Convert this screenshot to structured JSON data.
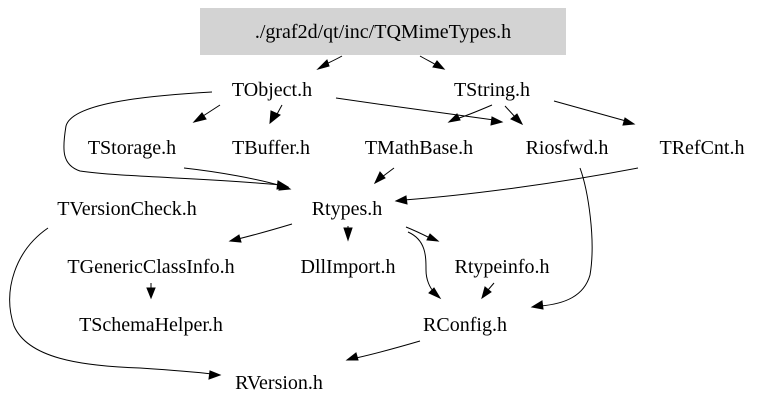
{
  "graph": {
    "root": "./graf2d/qt/inc/TQMimeTypes.h",
    "nodes": [
      {
        "id": "root",
        "label": "./graf2d/qt/inc/TQMimeTypes.h",
        "highlighted": true
      },
      {
        "id": "tobject",
        "label": "TObject.h"
      },
      {
        "id": "tstring",
        "label": "TString.h"
      },
      {
        "id": "tstorage",
        "label": "TStorage.h"
      },
      {
        "id": "tbuffer",
        "label": "TBuffer.h"
      },
      {
        "id": "tmathbase",
        "label": "TMathBase.h"
      },
      {
        "id": "riosfwd",
        "label": "Riosfwd.h"
      },
      {
        "id": "trefcnt",
        "label": "TRefCnt.h"
      },
      {
        "id": "tversioncheck",
        "label": "TVersionCheck.h"
      },
      {
        "id": "rtypes",
        "label": "Rtypes.h"
      },
      {
        "id": "tgenericclassinfo",
        "label": "TGenericClassInfo.h"
      },
      {
        "id": "dllimport",
        "label": "DllImport.h"
      },
      {
        "id": "rtypeinfo",
        "label": "Rtypeinfo.h"
      },
      {
        "id": "tschemahelper",
        "label": "TSchemaHelper.h"
      },
      {
        "id": "rconfig",
        "label": "RConfig.h"
      },
      {
        "id": "rversion",
        "label": "RVersion.h"
      }
    ],
    "edges": [
      {
        "from": "root",
        "to": "tobject"
      },
      {
        "from": "root",
        "to": "tstring"
      },
      {
        "from": "tobject",
        "to": "tstorage"
      },
      {
        "from": "tobject",
        "to": "tbuffer"
      },
      {
        "from": "tobject",
        "to": "riosfwd"
      },
      {
        "from": "tobject",
        "to": "rtypes"
      },
      {
        "from": "tstring",
        "to": "tmathbase"
      },
      {
        "from": "tstring",
        "to": "riosfwd"
      },
      {
        "from": "tstring",
        "to": "trefcnt"
      },
      {
        "from": "tstorage",
        "to": "rtypes"
      },
      {
        "from": "tmathbase",
        "to": "rtypes"
      },
      {
        "from": "trefcnt",
        "to": "rtypes"
      },
      {
        "from": "riosfwd",
        "to": "rconfig"
      },
      {
        "from": "rtypes",
        "to": "tgenericclassinfo"
      },
      {
        "from": "rtypes",
        "to": "dllimport"
      },
      {
        "from": "rtypes",
        "to": "rtypeinfo"
      },
      {
        "from": "rtypes",
        "to": "rconfig"
      },
      {
        "from": "tgenericclassinfo",
        "to": "tschemahelper"
      },
      {
        "from": "rtypeinfo",
        "to": "rconfig"
      },
      {
        "from": "rconfig",
        "to": "rversion"
      },
      {
        "from": "tversioncheck",
        "to": "rversion"
      }
    ]
  },
  "colors": {
    "root_fill": "#d3d3d3",
    "edge": "#000000",
    "text": "#000000",
    "background": "#ffffff"
  }
}
